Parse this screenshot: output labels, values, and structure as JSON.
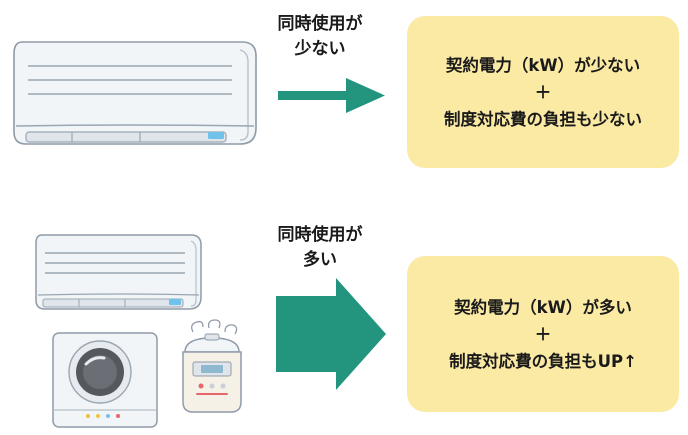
{
  "top_row": {
    "arrow_label_line1": "同時使用が",
    "arrow_label_line2": "少ない",
    "result_line1": "契約電力（kW）が少ない",
    "result_line2": "＋",
    "result_line3": "制度対応費の負担も少ない"
  },
  "bottom_row": {
    "arrow_label_line1": "同時使用が",
    "arrow_label_line2": "多い",
    "result_line1": "契約電力（kW）が多い",
    "result_line2": "＋",
    "result_line3": "制度対応費の負担もUP↑"
  },
  "colors": {
    "arrow": "#23957f",
    "box_bg": "#fbeaa4",
    "appliance_body": "#f2f5f7",
    "appliance_outline": "#9aa6b2"
  },
  "icons": {
    "top": [
      "air-conditioner-icon"
    ],
    "bottom": [
      "air-conditioner-icon",
      "washing-machine-icon",
      "rice-cooker-icon"
    ]
  }
}
